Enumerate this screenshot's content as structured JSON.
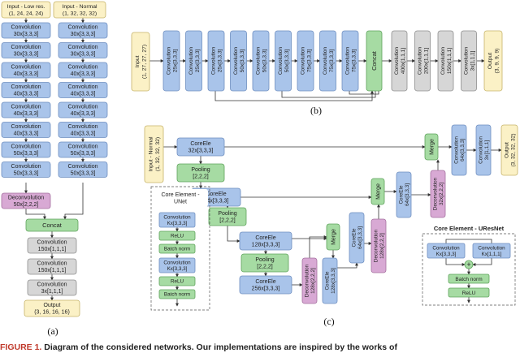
{
  "colors": {
    "blue": "#a9c4ea",
    "blue_stroke": "#6f8fc0",
    "yellow": "#fbf1c6",
    "yellow_stroke": "#c6b46a",
    "green": "#a6dba3",
    "green_stroke": "#5fa35c",
    "pink": "#d8a9d4",
    "pink_stroke": "#a570a0",
    "grey": "#d6d6d6",
    "grey_stroke": "#8e8e8e",
    "edge": "#333333"
  },
  "panel_a": {
    "label": "(a)",
    "input_low": [
      "Input - Low res.",
      "(1, 24, 24, 24)"
    ],
    "input_normal": [
      "Input - Normal",
      "(1, 32, 32, 32)"
    ],
    "left_convs": [
      [
        "Convolution",
        "30x[3,3,3]"
      ],
      [
        "Convolution",
        "30x[3,3,3]"
      ],
      [
        "Convolution",
        "40x[3,3,3]"
      ],
      [
        "Convolution",
        "40x[3,3,3]"
      ],
      [
        "Convolution",
        "40x[3,3,3]"
      ],
      [
        "Convolution",
        "40x[3,3,3]"
      ],
      [
        "Convolution",
        "50x[3,3,3]"
      ],
      [
        "Convolution",
        "50x[3,3,3]"
      ]
    ],
    "right_convs": [
      [
        "Convolution",
        "30x[3,3,3]"
      ],
      [
        "Convolution",
        "30x[3,3,3]"
      ],
      [
        "Convolution",
        "40x[3,3,3]"
      ],
      [
        "Convolution",
        "40x[3,3,3]"
      ],
      [
        "Convolution",
        "40x[3,3,3]"
      ],
      [
        "Convolution",
        "40x[3,3,3]"
      ],
      [
        "Convolution",
        "50x[3,3,3]"
      ],
      [
        "Convolution",
        "50x[3,3,3]"
      ]
    ],
    "deconv": [
      "Deconvolution",
      "50x[2,2,2]"
    ],
    "concat": "Concat",
    "tail": [
      [
        "Convolution",
        "150x[1,1,1]"
      ],
      [
        "Convolution",
        "150x[1,1,1]"
      ],
      [
        "Convolution",
        "3x[1,1,1]"
      ]
    ],
    "output": [
      "Output",
      "(3, 16, 16, 16)"
    ]
  },
  "panel_b": {
    "label": "(b)",
    "input": [
      "Input",
      "(1, 27, 27, 27)"
    ],
    "convs": [
      [
        "Convolution",
        "25x[3,3,3]"
      ],
      [
        "Convolution",
        "25x[3,3,3]"
      ],
      [
        "Convolution",
        "25x[3,3,3]"
      ],
      [
        "Convolution",
        "50x[3,3,3]"
      ],
      [
        "Convolution",
        "50x[3,3,3]"
      ],
      [
        "Convolution",
        "50x[3,3,3]"
      ],
      [
        "Convolution",
        "75x[3,3,3]"
      ],
      [
        "Convolution",
        "75x[3,3,3]"
      ],
      [
        "Convolution",
        "75x[3,3,3]"
      ]
    ],
    "concat": "Concat",
    "tail": [
      [
        "Convolution",
        "400x[1,1,1]"
      ],
      [
        "Convolution",
        "200x[1,1,1]"
      ],
      [
        "Convolution",
        "150x[1,1,1]"
      ],
      [
        "Convolution",
        "3x[1,1,1]"
      ]
    ],
    "output": [
      "Output",
      "(3, 9, 9, 9)"
    ]
  },
  "panel_c": {
    "label": "(c)",
    "input": [
      "Input - Normal",
      "(1, 32, 32, 32)"
    ],
    "core1": [
      "CoreEle",
      "32x[3,3,3]"
    ],
    "pool1": [
      "Pooling",
      "[2,2,2]"
    ],
    "core2": [
      "CoreEle",
      "64x[3,3,3]"
    ],
    "pool2": [
      "Pooling",
      "[2,2,2]"
    ],
    "core3": [
      "CoreEle",
      "128x[3,3,3]"
    ],
    "pool3": [
      "Pooling",
      "[2,2,2]"
    ],
    "core4": [
      "CoreEle",
      "256x[3,3,3]"
    ],
    "deconv1": [
      "Deconvolution",
      "128x[2,2,2]"
    ],
    "merge1": "Merge",
    "core5": [
      "CoreEle",
      "128x[3,3,3]"
    ],
    "deconv2": [
      "Deconvolution",
      "128x[2,2,2]"
    ],
    "core6": [
      "CoreEle",
      "64x[3,3,3]"
    ],
    "merge2": "Merge",
    "core7": [
      "CoreEle",
      "64x[3,3,3]"
    ],
    "deconv3": [
      "Deconvolution",
      "32x[2,2,2]"
    ],
    "merge3": "Merge",
    "conv_a": [
      "Convolution",
      "64x[3,3,3]"
    ],
    "conv_b": [
      "Convolution",
      "3x[1,1,1]"
    ],
    "output": [
      "Output",
      "(3, 32, 32, 32)"
    ],
    "unet_title": [
      "Core Element -",
      "UNet"
    ],
    "unet_items": [
      [
        "Convolution",
        "Kx[3,3,3]"
      ],
      [
        "ReLU"
      ],
      [
        "Batch norm"
      ],
      [
        "Convolution",
        "Kx[3,3,3]"
      ],
      [
        "ReLU"
      ],
      [
        "Batch norm"
      ]
    ],
    "uresnet_title": "Core Element - UResNet",
    "uresnet_conv1": [
      "Convolution",
      "Kx[3,3,3]"
    ],
    "uresnet_conv2": [
      "Convolution",
      "Kx[1,1,1]"
    ],
    "uresnet_plus": "+",
    "uresnet_bn": "Batch norm",
    "uresnet_relu": "ReLU"
  },
  "caption": {
    "fig": "FIGURE 1.",
    "text": "Diagram of the considered networks. Our implementations are inspired by the works of"
  }
}
